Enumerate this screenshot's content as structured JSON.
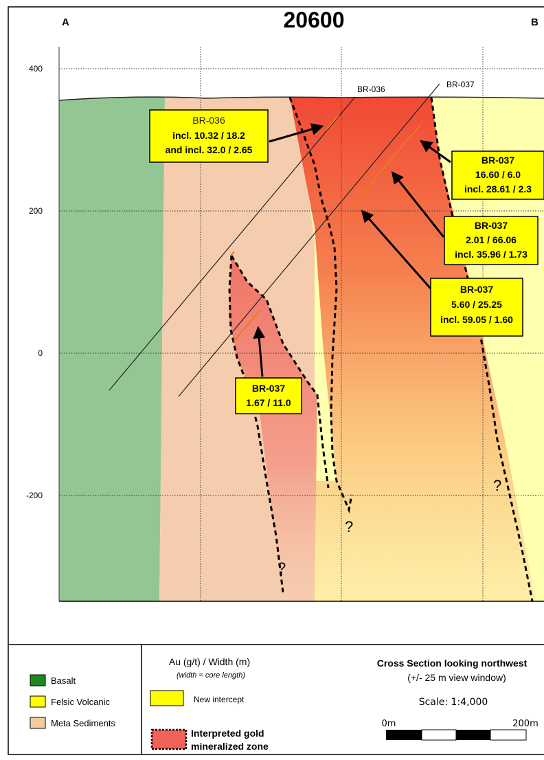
{
  "section": {
    "title": "20600",
    "endpoint_left": "A",
    "endpoint_right": "B",
    "elevation_labels": [
      "400",
      "200",
      "0",
      "-200"
    ],
    "holes": [
      {
        "id": "BR-036",
        "label": "BR-036"
      },
      {
        "id": "BR-037",
        "label": "BR-037"
      }
    ],
    "question_marks": [
      "?",
      "?",
      "?"
    ]
  },
  "callouts": [
    {
      "lines": [
        "BR-036",
        "incl. 10.32 / 18.2",
        "and incl. 32.0 / 2.65"
      ]
    },
    {
      "lines": [
        "BR-037",
        "16.60 / 6.0",
        "incl. 28.61 / 2.3"
      ]
    },
    {
      "lines": [
        "BR-037",
        "2.01 / 66.06",
        "incl. 35.96 / 1.73"
      ]
    },
    {
      "lines": [
        "BR-037",
        "5.60 / 25.25",
        "incl. 59.05 / 1.60"
      ]
    },
    {
      "lines": [
        "BR-037",
        "1.67 / 11.0"
      ]
    }
  ],
  "legend": {
    "units": [
      {
        "label": "Basalt",
        "color": "#1a8a1a"
      },
      {
        "label": "Felsic Volcanic",
        "color": "#ffff00"
      },
      {
        "label": "Meta Sediments",
        "color": "#f5cc9c"
      }
    ],
    "au_title": "Au (g/t) / Width (m)",
    "au_subtitle": "(width = core length)",
    "new_intercept": "New intercept",
    "zone_line1": "Interpreted gold",
    "zone_line2": "mineralized zone",
    "section_title": "Cross Section looking northwest",
    "view_window": "(+/- 25 m view window)",
    "scale": "Scale: 1:4,000",
    "scale_start": "0m",
    "scale_end": "200m"
  },
  "colors": {
    "basalt": "#93c693",
    "meta_sediments": "#f6ccae",
    "felsic": "#ffffb0",
    "zone": "#f2483c",
    "callout": "#ffff00"
  }
}
